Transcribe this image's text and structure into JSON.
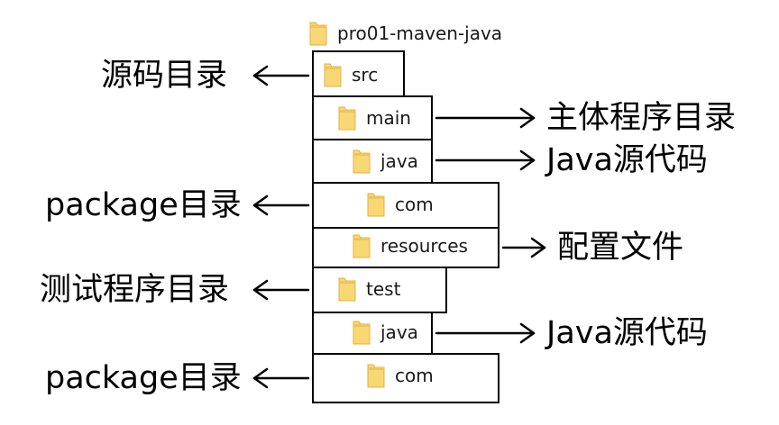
{
  "folders": {
    "root": "pro01-maven-java",
    "src": "src",
    "main": "main",
    "main_java": "java",
    "main_com": "com",
    "resources": "resources",
    "test": "test",
    "test_java": "java",
    "test_com": "com"
  },
  "annotations": {
    "src": "源码目录",
    "main": "主体程序目录",
    "main_java": "Java源代码",
    "main_com": "package目录",
    "resources": "配置文件",
    "test": "测试程序目录",
    "test_java": "Java源代码",
    "test_com": "package目录"
  },
  "colors": {
    "folder_fill": "#F8D775",
    "folder_edge": "#E3B13F",
    "folder_tab": "#EFC45A",
    "line": "#000000"
  }
}
